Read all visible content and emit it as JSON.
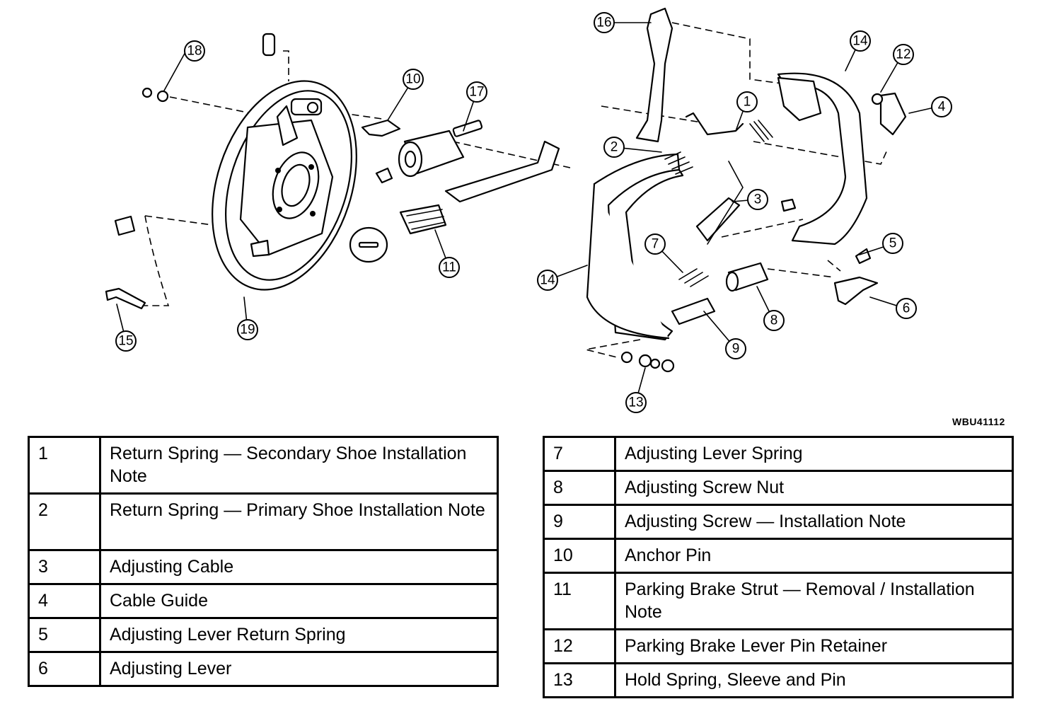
{
  "figure_code": "WBU41112",
  "callouts": [
    "1",
    "2",
    "3",
    "4",
    "5",
    "6",
    "7",
    "8",
    "9",
    "10",
    "11",
    "12",
    "13",
    "14",
    "15",
    "16",
    "17",
    "18",
    "19"
  ],
  "legend_left": [
    {
      "num": "1",
      "text": "Return Spring — Secondary Shoe Installation Note"
    },
    {
      "num": "2",
      "text": "Return Spring — Primary Shoe Installation Note"
    },
    {
      "num": "3",
      "text": "Adjusting Cable"
    },
    {
      "num": "4",
      "text": "Cable Guide"
    },
    {
      "num": "5",
      "text": "Adjusting Lever Return Spring"
    },
    {
      "num": "6",
      "text": "Adjusting Lever"
    }
  ],
  "legend_right": [
    {
      "num": "7",
      "text": "Adjusting Lever Spring"
    },
    {
      "num": "8",
      "text": "Adjusting Screw Nut"
    },
    {
      "num": "9",
      "text": "Adjusting Screw — Installation Note"
    },
    {
      "num": "10",
      "text": "Anchor Pin"
    },
    {
      "num": "11",
      "text": "Parking Brake Strut — Removal / Installation Note"
    },
    {
      "num": "12",
      "text": "Parking Brake Lever Pin Retainer"
    },
    {
      "num": "13",
      "text": "Hold Spring, Sleeve and Pin"
    }
  ]
}
